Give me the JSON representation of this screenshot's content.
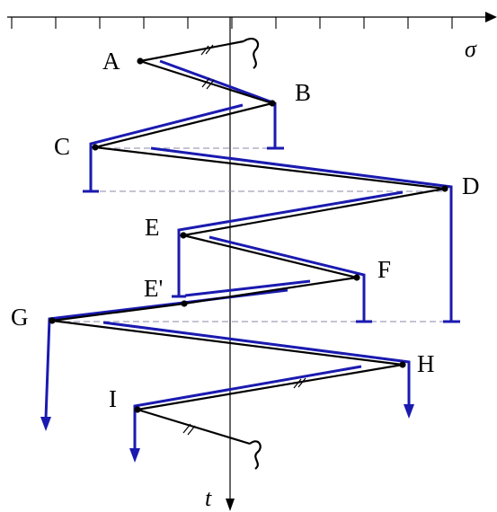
{
  "labels": {
    "A": "A",
    "B": "B",
    "C": "C",
    "D": "D",
    "E": "E",
    "E_prime": "E'",
    "F": "F",
    "G": "G",
    "H": "H",
    "I": "I"
  },
  "axes": {
    "sigma": "σ",
    "t": "t"
  },
  "colors": {
    "loading_path": "#000000",
    "envelope": "#1a1ab0",
    "reference_dash": "#8a8aa8"
  }
}
